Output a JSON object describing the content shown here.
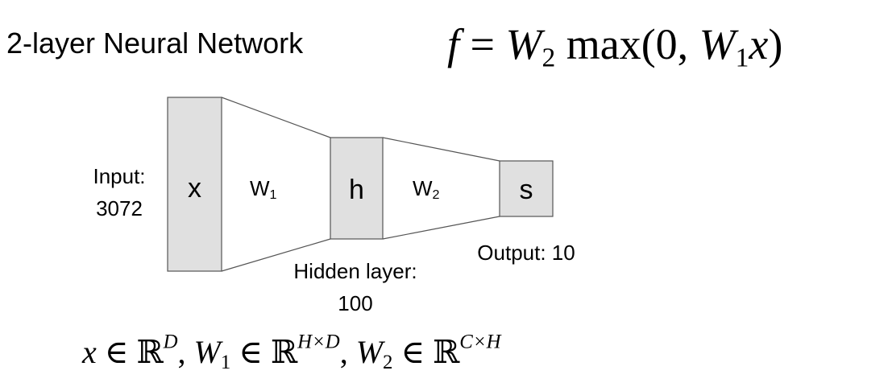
{
  "title": "2-layer Neural Network",
  "formula_top": {
    "lhs": "f",
    "eq": "=",
    "w2": "W",
    "w2_sub": "2",
    "fn": "max",
    "arg_open": "(0, ",
    "w1": "W",
    "w1_sub": "1",
    "x": "x",
    "close": ")"
  },
  "diagram": {
    "input_label_line1": "Input:",
    "input_label_line2": "3072",
    "node_x": "x",
    "node_h": "h",
    "node_s": "s",
    "weight1": "W",
    "weight1_sub": "1",
    "weight2": "W",
    "weight2_sub": "2",
    "hidden_label_line1": "Hidden layer:",
    "hidden_label_line2": "100",
    "output_label": "Output: 10",
    "box_fill": "#e0e0e0",
    "stroke": "#555555"
  },
  "formula_bottom": {
    "x": "x",
    "in1": " ∈ ",
    "R1": "ℝ",
    "R1_sup": "D",
    "comma1": ", ",
    "W1": "W",
    "W1_sub": "1",
    "in2": " ∈ ",
    "R2": "ℝ",
    "R2_sup": "H×D",
    "comma2": ", ",
    "W2": "W",
    "W2_sub": "2",
    "in3": " ∈ ",
    "R3": "ℝ",
    "R3_sup": "C×H"
  }
}
